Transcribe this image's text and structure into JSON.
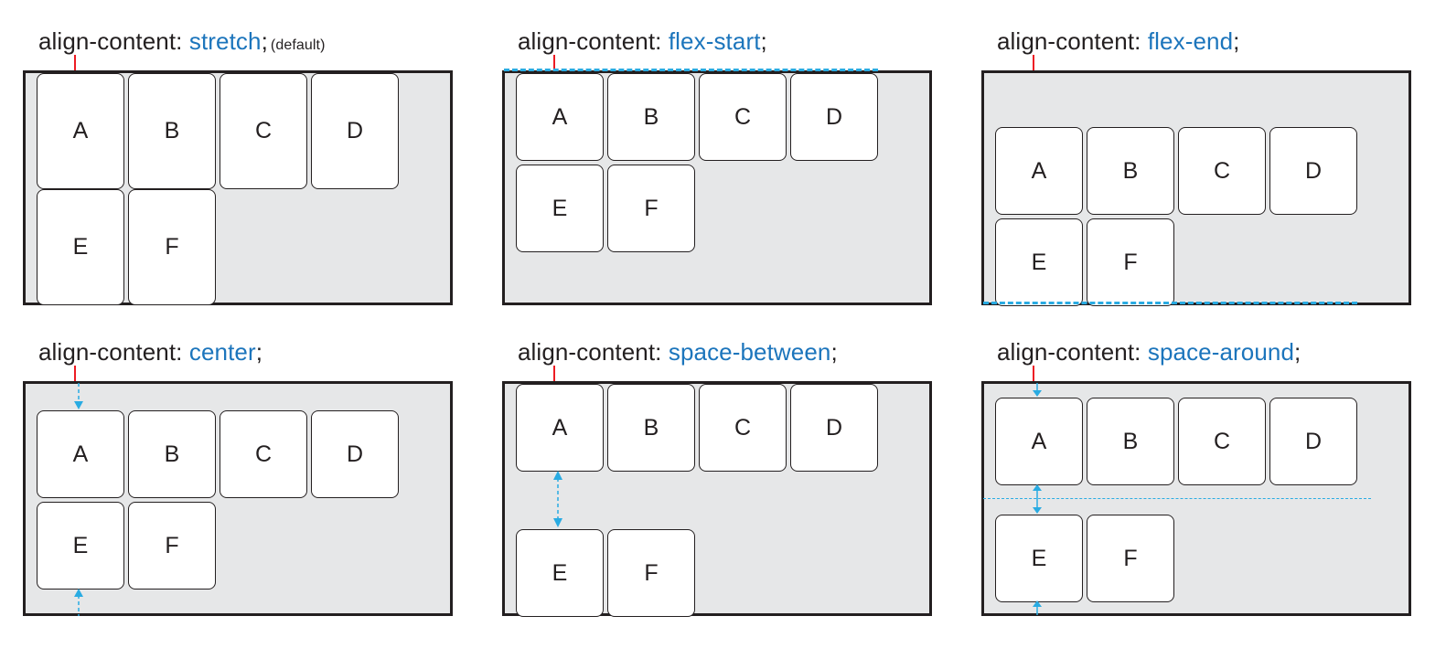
{
  "panels": [
    {
      "id": "stretch",
      "property": "align-content:",
      "value": "stretch",
      "suffix": ";",
      "note": "(default)",
      "items": [
        "A",
        "B",
        "C",
        "D",
        "E",
        "F"
      ]
    },
    {
      "id": "flex-start",
      "property": "align-content:",
      "value": "flex-start",
      "suffix": ";",
      "items": [
        "A",
        "B",
        "C",
        "D",
        "E",
        "F"
      ]
    },
    {
      "id": "flex-end",
      "property": "align-content:",
      "value": "flex-end",
      "suffix": ";",
      "items": [
        "A",
        "B",
        "C",
        "D",
        "E",
        "F"
      ]
    },
    {
      "id": "center",
      "property": "align-content:",
      "value": "center",
      "suffix": ";",
      "items": [
        "A",
        "B",
        "C",
        "D",
        "E",
        "F"
      ]
    },
    {
      "id": "space-between",
      "property": "align-content:",
      "value": "space-between",
      "suffix": ";",
      "items": [
        "A",
        "B",
        "C",
        "D",
        "E",
        "F"
      ]
    },
    {
      "id": "space-around",
      "property": "align-content:",
      "value": "space-around",
      "suffix": ";",
      "items": [
        "A",
        "B",
        "C",
        "D",
        "E",
        "F"
      ]
    }
  ],
  "colors": {
    "keyword": "#231f20",
    "value": "#1c75bc",
    "container_bg": "#e6e7e8",
    "guide": "#29abe2",
    "tick": "#ed1c24"
  }
}
